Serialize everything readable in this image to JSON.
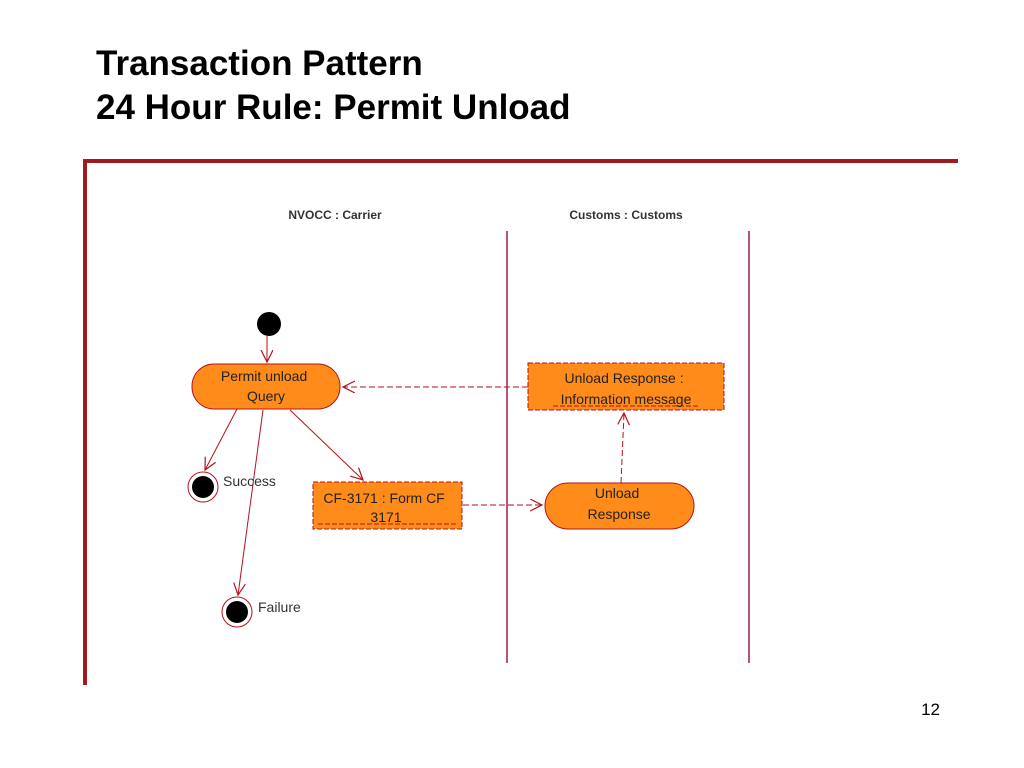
{
  "slide": {
    "title_line1": "Transaction Pattern",
    "title_line2": "24 Hour Rule: Permit Unload",
    "page_number": "12"
  },
  "diagram": {
    "swimlanes": [
      "NVOCC : Carrier",
      "Customs : Customs"
    ],
    "nodes": {
      "permit_query": [
        "Permit unload",
        "Query"
      ],
      "success": "Success",
      "failure": "Failure",
      "cf3171": [
        "CF-3171 : Form CF",
        "3171"
      ],
      "unload_response": [
        "Unload",
        "Response"
      ],
      "unload_info": [
        "Unload Response :",
        "Information message"
      ]
    },
    "colors": {
      "frame": "#9e1b20",
      "node_fill": "#ff8c1a",
      "node_stroke": "#b5121b",
      "lane_line": "#9e1b50"
    }
  }
}
